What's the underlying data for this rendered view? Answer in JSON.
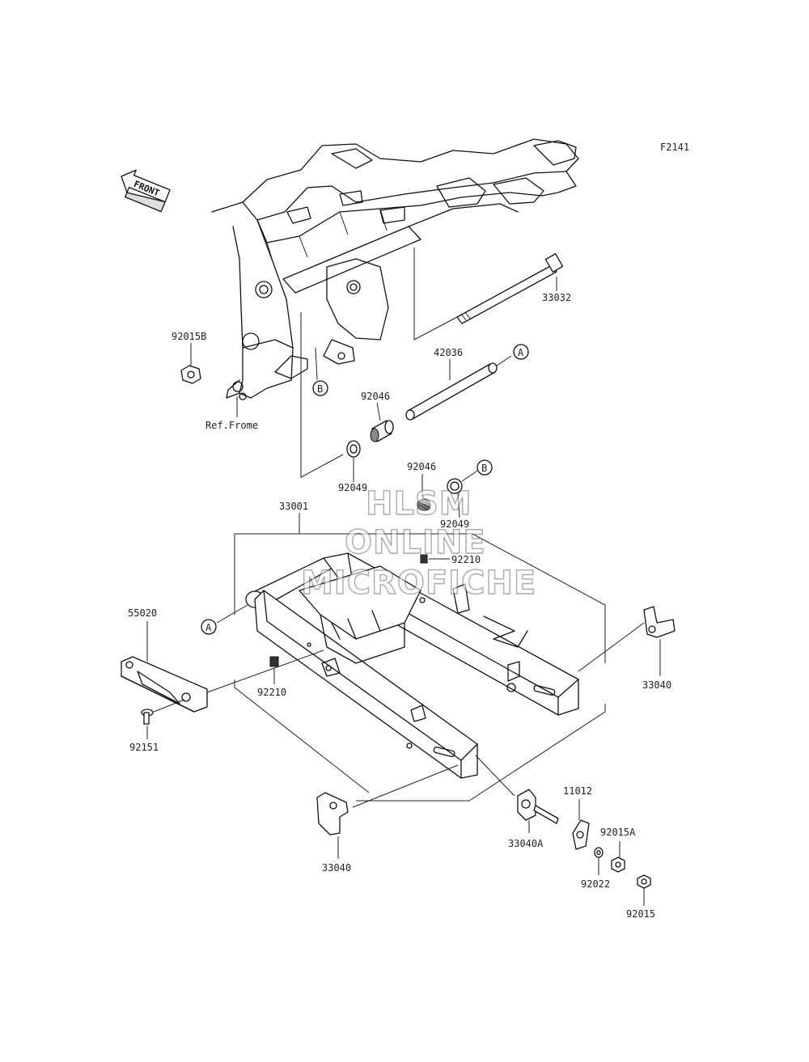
{
  "diagram_code": "F2141",
  "front_label": "FRONT",
  "ref_frame_label": "Ref.Frome",
  "callouts": {
    "a": "A",
    "b": "B"
  },
  "parts": {
    "p33032": "33032",
    "p42036": "42036",
    "p92015B": "92015B",
    "p92046_upper": "92046",
    "p92046_lower": "92046",
    "p92049_left": "92049",
    "p92049_right": "92049",
    "p33001": "33001",
    "p92210_upper": "92210",
    "p92210_lower": "92210",
    "p55020": "55020",
    "p92151": "92151",
    "p33040_right": "33040",
    "p33040_bottom": "33040",
    "p33040A": "33040A",
    "p11012": "11012",
    "p92015A": "92015A",
    "p92022": "92022",
    "p92015": "92015"
  },
  "watermark": {
    "line1": "HLSM",
    "line2": "ONLINE",
    "line3": "MICROFICHE"
  }
}
